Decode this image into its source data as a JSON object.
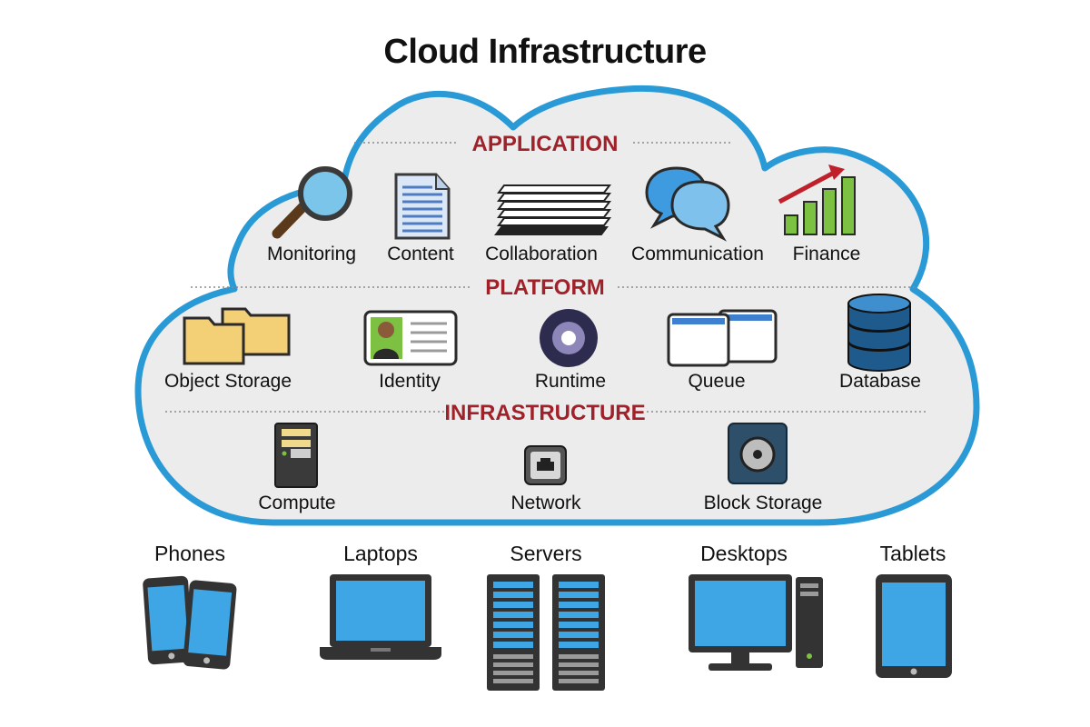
{
  "title": "Cloud Infrastructure",
  "colors": {
    "cloud_fill": "#ececec",
    "cloud_stroke": "#2a9ad6",
    "section_heading": "#a0212a",
    "device_screen": "#3fa6e6",
    "device_body": "#333333"
  },
  "sections": {
    "application": {
      "heading": "APPLICATION",
      "items": [
        {
          "label": "Monitoring",
          "icon": "magnifier-icon"
        },
        {
          "label": "Content",
          "icon": "document-icon"
        },
        {
          "label": "Collaboration",
          "icon": "paper-stack-icon"
        },
        {
          "label": "Communication",
          "icon": "chat-bubbles-icon"
        },
        {
          "label": "Finance",
          "icon": "growth-chart-icon"
        }
      ]
    },
    "platform": {
      "heading": "PLATFORM",
      "items": [
        {
          "label": "Object Storage",
          "icon": "folders-icon"
        },
        {
          "label": "Identity",
          "icon": "id-card-icon"
        },
        {
          "label": "Runtime",
          "icon": "disc-icon"
        },
        {
          "label": "Queue",
          "icon": "queue-windows-icon"
        },
        {
          "label": "Database",
          "icon": "database-icon"
        }
      ]
    },
    "infrastructure": {
      "heading": "INFRASTRUCTURE",
      "items": [
        {
          "label": "Compute",
          "icon": "server-tower-icon"
        },
        {
          "label": "Network",
          "icon": "network-port-icon"
        },
        {
          "label": "Block Storage",
          "icon": "storage-drive-icon"
        }
      ]
    }
  },
  "devices": [
    {
      "label": "Phones",
      "icon": "phones-icon"
    },
    {
      "label": "Laptops",
      "icon": "laptop-icon"
    },
    {
      "label": "Servers",
      "icon": "server-rack-icon"
    },
    {
      "label": "Desktops",
      "icon": "desktop-icon"
    },
    {
      "label": "Tablets",
      "icon": "tablet-icon"
    }
  ]
}
